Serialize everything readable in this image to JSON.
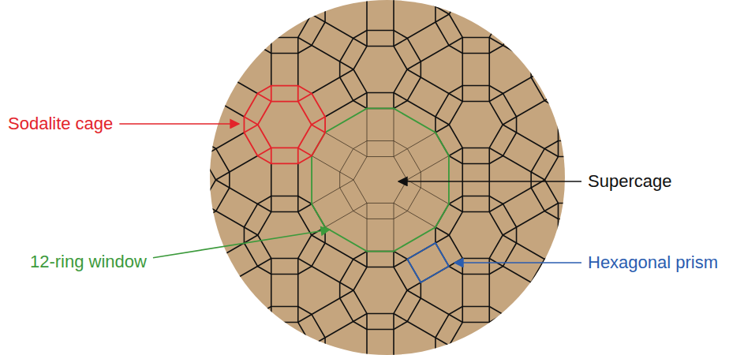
{
  "diagram": {
    "labels": [
      "Sodalite cage",
      "Supercage",
      "12-ring window",
      "Hexagonal prism"
    ]
  }
}
